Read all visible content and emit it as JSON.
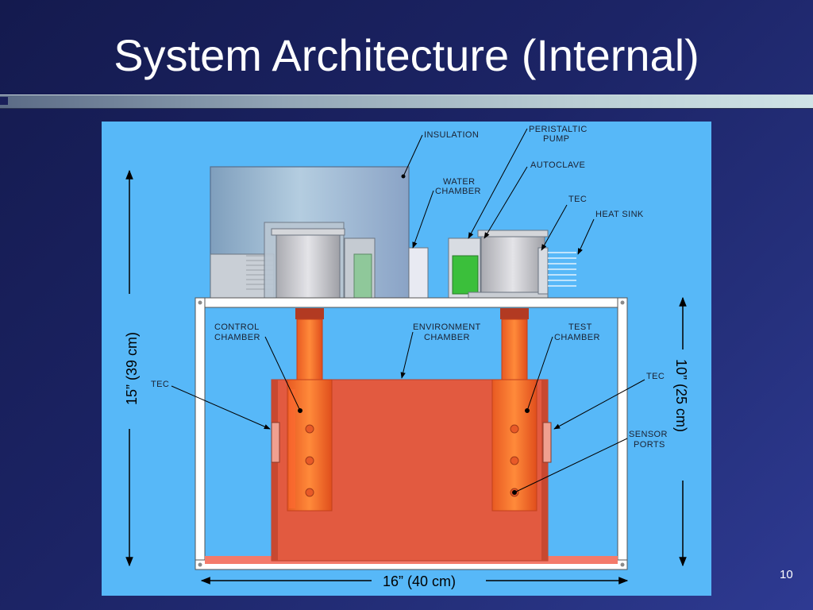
{
  "slide": {
    "title": "System Architecture (Internal)",
    "page_number": "10"
  },
  "labels": {
    "insulation": "INSULATION",
    "peristaltic_1": "PERISTALTIC",
    "peristaltic_2": "PUMP",
    "autoclave": "AUTOCLAVE",
    "water_1": "WATER",
    "water_2": "CHAMBER",
    "tec_top": "TEC",
    "heat_sink": "HEAT SINK",
    "control_1": "CONTROL",
    "control_2": "CHAMBER",
    "environment_1": "ENVIRONMENT",
    "environment_2": "CHAMBER",
    "test_1": "TEST",
    "test_2": "CHAMBER",
    "tec_left": "TEC",
    "tec_right": "TEC",
    "sensor_1": "SENSOR",
    "sensor_2": "PORTS"
  },
  "dimensions": {
    "height": "15” (39 cm)",
    "width": "16” (40 cm)",
    "chamber_height": "10” (25 cm)"
  }
}
